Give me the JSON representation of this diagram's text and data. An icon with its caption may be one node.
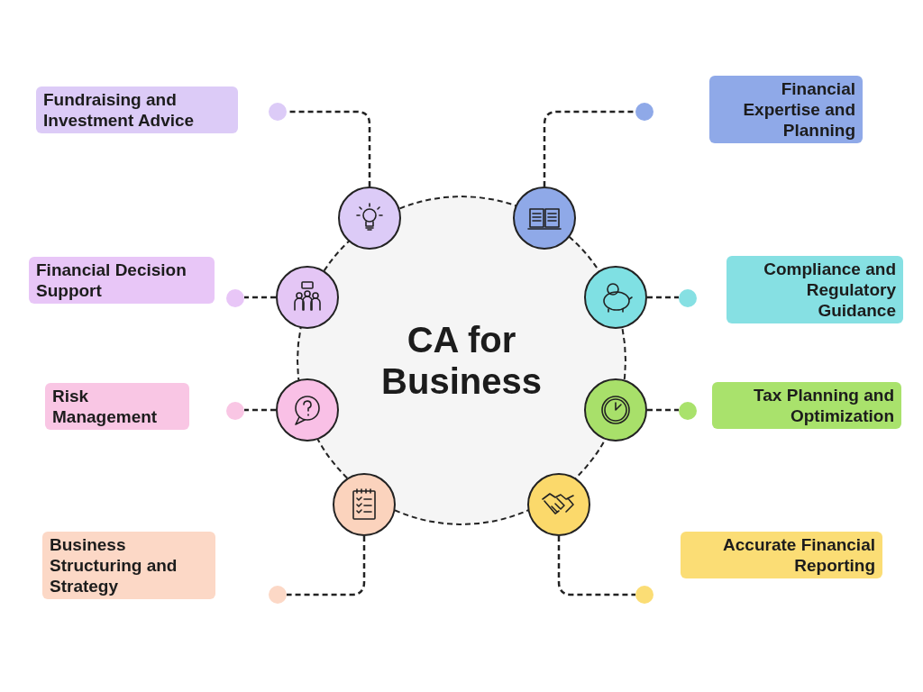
{
  "diagram": {
    "nodes": [
      {
        "text": [
          "CA for Business"
        ]
      },
      {
        "text": [
          "Fundraising and Investment Advice"
        ]
      },
      {
        "text": [
          "Financial Expertise and Planning"
        ]
      },
      {
        "text": [
          "Financial Decision Support"
        ]
      },
      {
        "text": [
          "Compliance and Regulatory Guidance"
        ]
      },
      {
        "text": [
          "Risk Management"
        ]
      },
      {
        "text": [
          "Tax Planning and Optimization"
        ]
      },
      {
        "text": [
          "Business Structuring and Strategy"
        ]
      },
      {
        "text": [
          "Accurate Financial Reporting"
        ]
      },
      {
        "text": [],
        "shape": "circle"
      },
      {
        "text": [],
        "shape": "circle"
      },
      {
        "text": [],
        "shape": "circle"
      },
      {
        "text": [],
        "shape": "circle"
      },
      {
        "text": [],
        "shape": "circle"
      },
      {
        "text": [],
        "shape": "circle"
      },
      {
        "text": [],
        "shape": "circle"
      },
      {
        "text": [],
        "shape": "circle"
      },
      {
        "text": [],
        "shape": "circle"
      },
      {
        "text": [],
        "shape": "circle"
      },
      {
        "text": [],
        "shape": "circle"
      },
      {
        "text": [],
        "shape": "circle"
      },
      {
        "text": [],
        "shape": "circle"
      },
      {
        "text": [],
        "shape": "circle"
      },
      {
        "text": [],
        "shape": "circle"
      },
      {
        "text": [],
        "shape": "circle"
      }
    ],
    "edges": [
      {
        "from": 9,
        "to": 17,
        "arrow": "none",
        "style": "dashed"
      },
      {
        "from": 10,
        "to": 18,
        "arrow": "none",
        "style": "dashed"
      },
      {
        "from": 11,
        "to": 19,
        "arrow": "none",
        "style": "dashed"
      },
      {
        "from": 12,
        "to": 20,
        "arrow": "none",
        "style": "dashed"
      },
      {
        "from": 13,
        "to": 21,
        "arrow": "none",
        "style": "dashed"
      },
      {
        "from": 14,
        "to": 22,
        "arrow": "none",
        "style": "dashed"
      },
      {
        "from": 15,
        "to": 23,
        "arrow": "none",
        "style": "dashed"
      },
      {
        "from": 16,
        "to": 24,
        "arrow": "none",
        "style": "dashed"
      }
    ]
  }
}
